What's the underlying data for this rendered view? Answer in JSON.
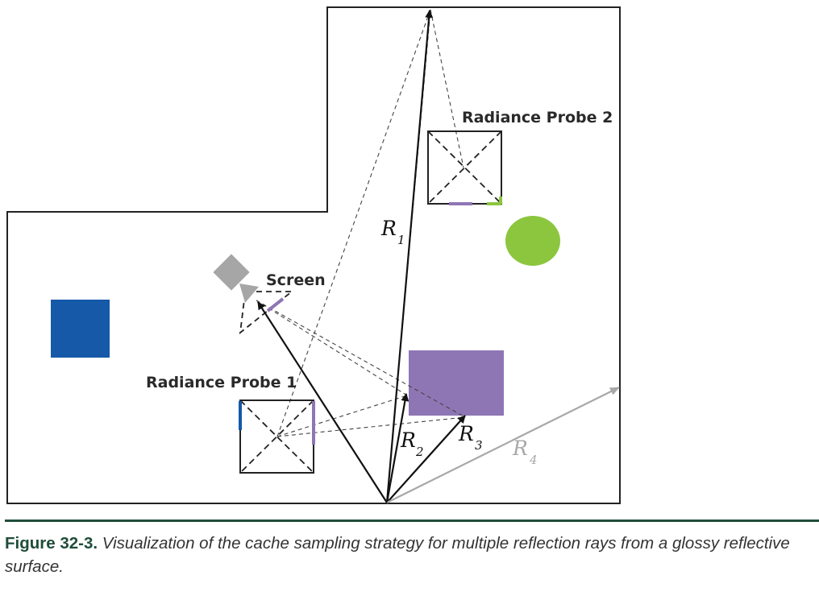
{
  "labels": {
    "probe1": "Radiance Probe 1",
    "probe2": "Radiance Probe 2",
    "screen": "Screen"
  },
  "rays": [
    {
      "name": "R",
      "sub": "1"
    },
    {
      "name": "R",
      "sub": "2"
    },
    {
      "name": "R",
      "sub": "3"
    },
    {
      "name": "R",
      "sub": "4"
    }
  ],
  "caption": {
    "number": "Figure 32-3.",
    "text": "Visualization of the cache sampling strategy for multiple reflection rays from a glossy reflective surface."
  },
  "colors": {
    "blue": "#1559a8",
    "green": "#8cc63f",
    "purple": "#8e76b5",
    "grey": "#a6a6a6",
    "rule": "#1f4d3a"
  }
}
